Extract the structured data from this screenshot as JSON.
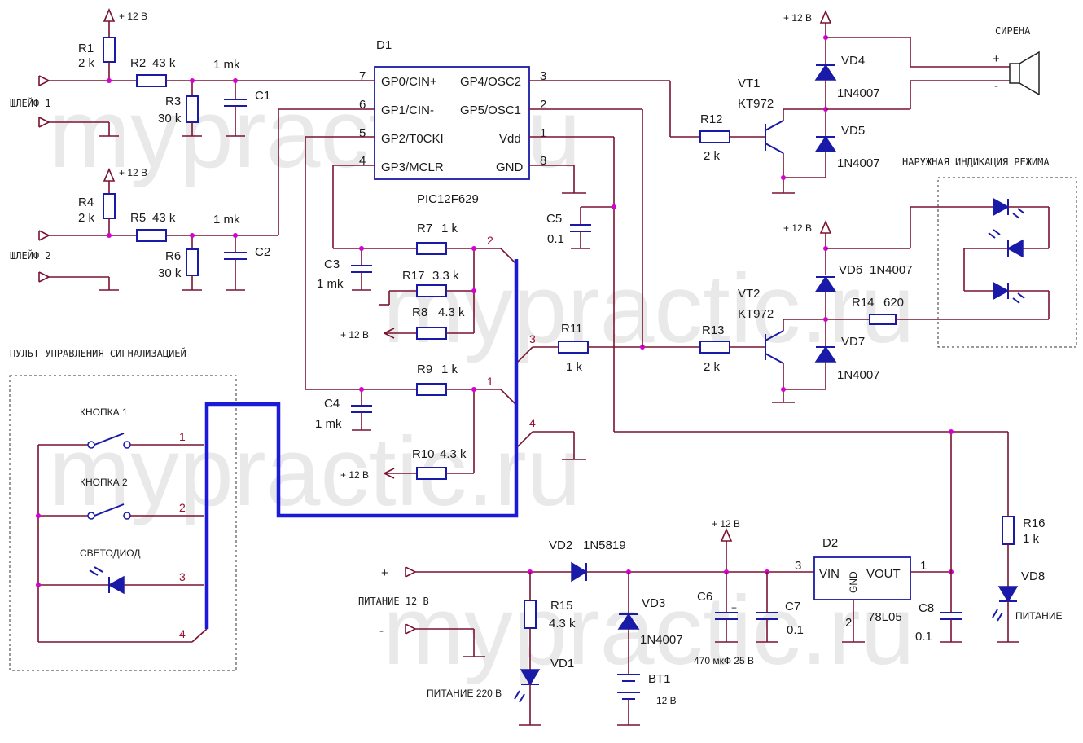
{
  "watermark": "mypractic.ru",
  "supply": "+ 12 В",
  "components": {
    "R1": {
      "ref": "R1",
      "value": "2 k"
    },
    "R2": {
      "ref": "R2",
      "value": "43 k"
    },
    "R3": {
      "ref": "R3",
      "value": "30 k"
    },
    "C1": {
      "ref": "C1",
      "value": "1 mk"
    },
    "R4": {
      "ref": "R4",
      "value": "2 k"
    },
    "R5": {
      "ref": "R5",
      "value": "43 k"
    },
    "R6": {
      "ref": "R6",
      "value": "30 k"
    },
    "C2": {
      "ref": "C2",
      "value": "1 mk"
    },
    "D1": {
      "ref": "D1",
      "part": "PIC12F629"
    },
    "C3": {
      "ref": "C3",
      "value": "1 mk"
    },
    "R7": {
      "ref": "R7",
      "value": "1 k"
    },
    "R17": {
      "ref": "R17",
      "value": "3.3 k"
    },
    "R8": {
      "ref": "R8",
      "value": "4.3 k"
    },
    "C4": {
      "ref": "C4",
      "value": "1 mk"
    },
    "R9": {
      "ref": "R9",
      "value": "1 k"
    },
    "R10": {
      "ref": "R10",
      "value": "4.3 k"
    },
    "C5": {
      "ref": "C5",
      "value": "0.1"
    },
    "R11": {
      "ref": "R11",
      "value": "1 k"
    },
    "R12": {
      "ref": "R12",
      "value": "2 k"
    },
    "R13": {
      "ref": "R13",
      "value": "2 k"
    },
    "VT1": {
      "ref": "VT1",
      "part": "KT972"
    },
    "VT2": {
      "ref": "VT2",
      "part": "KT972"
    },
    "VD4": {
      "ref": "VD4",
      "part": "1N4007"
    },
    "VD5": {
      "ref": "VD5",
      "part": "1N4007"
    },
    "VD6": {
      "ref": "VD6",
      "part": "1N4007"
    },
    "VD7": {
      "ref": "VD7",
      "part": "1N4007"
    },
    "R14": {
      "ref": "R14",
      "value": "620"
    },
    "VD2": {
      "ref": "VD2",
      "part": "1N5819"
    },
    "R15": {
      "ref": "R15",
      "value": "4.3 k"
    },
    "VD1": {
      "ref": "VD1"
    },
    "VD3": {
      "ref": "VD3",
      "part": "1N4007"
    },
    "BT1": {
      "ref": "BT1",
      "value": "12 В"
    },
    "C6": {
      "ref": "C6",
      "value": "470 мкФ 25 В"
    },
    "C7": {
      "ref": "C7",
      "value": "0.1"
    },
    "D2": {
      "ref": "D2",
      "part": "78L05",
      "vin": "VIN",
      "gnd": "GND",
      "vout": "VOUT"
    },
    "C8": {
      "ref": "C8",
      "value": "0.1"
    },
    "R16": {
      "ref": "R16",
      "value": "1 k"
    },
    "VD8": {
      "ref": "VD8"
    }
  },
  "d1_pins": {
    "left": [
      {
        "num": "7",
        "name": "GP0/CIN+"
      },
      {
        "num": "6",
        "name": "GP1/CIN-"
      },
      {
        "num": "5",
        "name": "GP2/T0CKI"
      },
      {
        "num": "4",
        "name": "GP3/MCLR"
      }
    ],
    "right": [
      {
        "num": "3",
        "name": "GP4/OSC2"
      },
      {
        "num": "2",
        "name": "GP5/OSC1"
      },
      {
        "num": "1",
        "name": "Vdd"
      },
      {
        "num": "8",
        "name": "GND"
      }
    ]
  },
  "d2_pins": {
    "in": "3",
    "gnd": "2",
    "out": "1"
  },
  "labels": {
    "loop1": "ШЛЕЙФ 1",
    "loop2": "ШЛЕЙФ 2",
    "siren": "СИРЕНА",
    "plus": "+",
    "minus": "-",
    "outdoor": "НАРУЖНАЯ ИНДИКАЦИЯ РЕЖИМА",
    "panel": "ПУЛЬТ УПРАВЛЕНИЯ СИГНАЛИЗАЦИЕЙ",
    "button1": "КНОПКА 1",
    "button2": "КНОПКА 2",
    "led": "СВЕТОДИОД",
    "power12": "ПИТАНИЕ 12 В",
    "power220": "ПИТАНИЕ 220 В",
    "power": "ПИТАНИЕ",
    "pwr_plus": "+",
    "pwr_minus": "-"
  },
  "bus_pins": {
    "mcu_side": [
      "2",
      "3",
      "1",
      "4"
    ],
    "panel_side": [
      "1",
      "2",
      "3",
      "4"
    ]
  }
}
